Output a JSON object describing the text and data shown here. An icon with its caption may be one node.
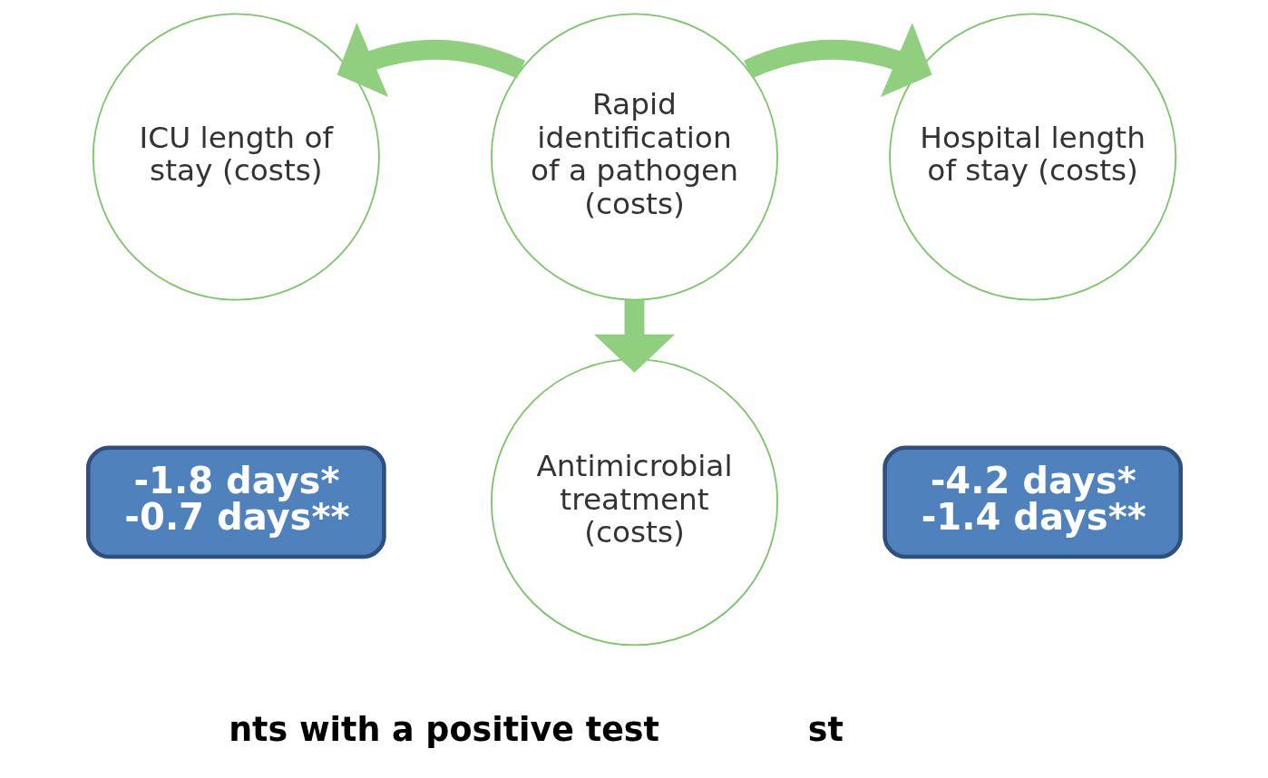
{
  "diagram": {
    "nodes": [
      {
        "text": [
          "ICU length of stay (costs)"
        ]
      },
      {
        "text": [
          "Rapid identification of a pathogen (costs)"
        ]
      },
      {
        "text": [
          "Hospital length of stay (costs)"
        ]
      },
      {
        "text": [
          "Antimicrobial treatment (costs)"
        ]
      },
      {
        "text": [
          "-1.8 days* -0.7 days**"
        ]
      },
      {
        "text": [
          "-4.2 days* -1.4 days**"
        ]
      }
    ],
    "edges": [
      {
        "from": 1,
        "to": 0,
        "arrow": "to"
      },
      {
        "from": 1,
        "to": 2,
        "arrow": "to"
      },
      {
        "from": 1,
        "to": 3,
        "arrow": "to"
      }
    ],
    "labels": [
      "nts with a positive test",
      "st"
    ]
  }
}
